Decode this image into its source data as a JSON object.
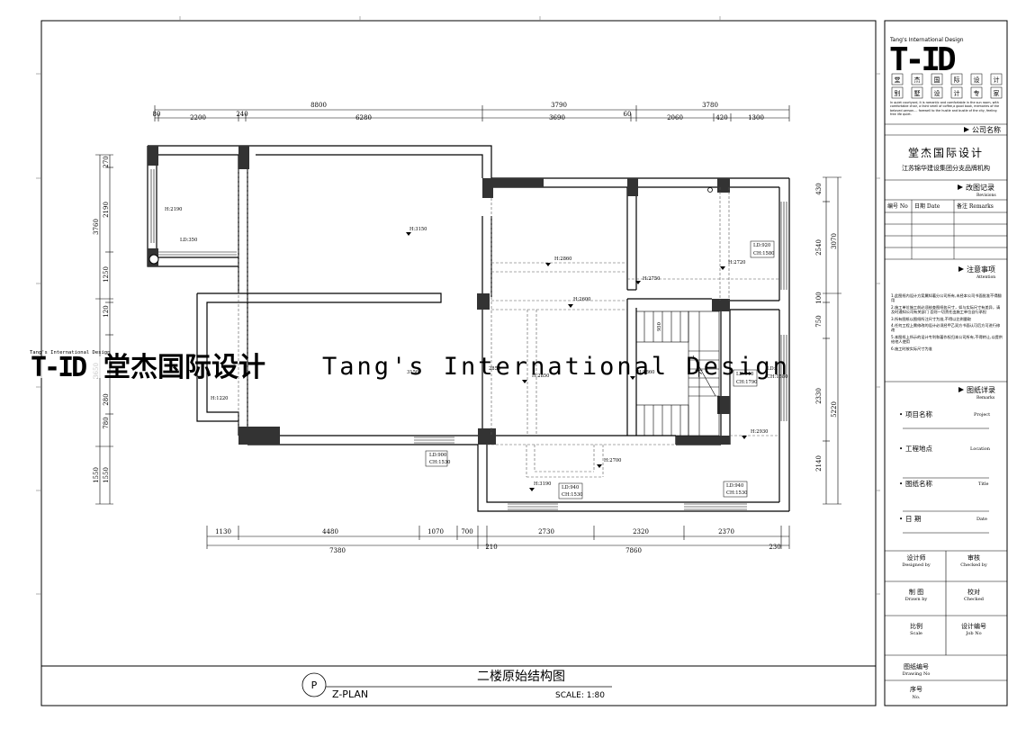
{
  "drawing": {
    "title_cn": "二楼原始结构图",
    "plan_label": "Z-PLAN",
    "plan_symbol": "P",
    "scale": "SCALE: 1:80"
  },
  "watermark": {
    "logo_text": "T-ID",
    "name_cn": "堂杰国际设计",
    "name_en": "Tang's International Design",
    "tagline_small": "Tang's International Design"
  },
  "title_block": {
    "brand_en": "Tang's International Design",
    "logo_text": "T-ID",
    "slogan_row1": [
      "堂",
      "杰",
      "国",
      "际",
      "设",
      "计"
    ],
    "slogan_row2": [
      "别",
      "墅",
      "设",
      "计",
      "专",
      "家"
    ],
    "intro_text": "In quiet courtyard, it is romantic and comfortable in the sun room, with comfortable chair, a faint smell of coffee,a good book, memories of the beloved person.... farewell to the hustle and bustle of the city, feeling free life quiet.",
    "company_section": "公司名称",
    "company_name": "堂杰国际设计",
    "company_sub": "江苏锦华建设集团分支品牌机构",
    "revisions_cn": "改图记录",
    "revisions_en": "Revisions",
    "rev_cols": [
      "编号 No",
      "日期 Date",
      "备注 Remarks"
    ],
    "attention_cn": "注意事项",
    "attention_en": "Attention",
    "notes": [
      "1.此图纸内设计方案属知著分公司所有,未经本公司书面批准不得翻用",
      "2.施工单位施工前必须核查图纸各尺寸，如与实际尺寸有差异，请及时通知公司有关部门 否则一切责任由施工单位自行承担",
      "3.所有图纸以图纸所注尺寸为准,不得以比例量取",
      "4.任何工程上需修改的设计必须经甲乙双方书面认可后方可进行修改",
      "5.本图纸上所示的设计专利和著作权归本公司所有,不得转让,以提供给他人使用",
      "6.施工时按实际尺寸为准"
    ],
    "remarks_cn": "图纸详录",
    "remarks_en": "Remarks",
    "fields": [
      {
        "cn": "项目名称",
        "en": "Project"
      },
      {
        "cn": "工程地点",
        "en": "Location"
      },
      {
        "cn": "图纸名称",
        "en": "Title"
      },
      {
        "cn": "日   期",
        "en": "Date"
      }
    ],
    "sign_cells": [
      {
        "cn": "设计师",
        "en": "Designed by"
      },
      {
        "cn": "审核",
        "en": "Checked by"
      },
      {
        "cn": "制  图",
        "en": "Drawn by"
      },
      {
        "cn": "校对",
        "en": "Checked"
      },
      {
        "cn": "比例",
        "en": "Scale"
      },
      {
        "cn": "设计编号",
        "en": "Job No"
      },
      {
        "cn": "图纸编号",
        "en": "Drawing No"
      },
      {
        "cn": "序号",
        "en": "No."
      }
    ]
  },
  "dimensions": {
    "top_total": [
      "8800",
      "3790",
      "3780"
    ],
    "top_parts": [
      "80",
      "2200",
      "240",
      "6280",
      "3690",
      "60",
      "2060",
      "420",
      "1300"
    ],
    "bottom_parts": [
      "1130",
      "4480",
      "1070",
      "700",
      "2730",
      "2320",
      "2370"
    ],
    "bottom_total": [
      "7380",
      "210",
      "7860",
      "230"
    ],
    "left_outer": [
      "3760",
      "3650",
      "1550"
    ],
    "left_inner": [
      "270",
      "2190",
      "1250",
      "120",
      "280",
      "780",
      "1550"
    ],
    "right_inner": [
      "430",
      "2540",
      "100",
      "750",
      "2330",
      "2140"
    ],
    "right_outer": [
      "3070",
      "5220"
    ]
  },
  "annotations": [
    "H:2190",
    "LD:350",
    "H:3150",
    "H:2860",
    "H:2750",
    "H:2600",
    "H:2860",
    "LD:920",
    "CH:1580",
    "H:2720",
    "LD:940",
    "CH:1790",
    "LD:1",
    "CH:1580",
    "3150",
    "H:1220",
    "H:2850",
    "2850",
    "LD:900",
    "CH:1530",
    "H:2700",
    "H:3190",
    "LD:940",
    "CH:1530",
    "LD:940",
    "CH:1530",
    "H:2930",
    "950",
    "下"
  ]
}
